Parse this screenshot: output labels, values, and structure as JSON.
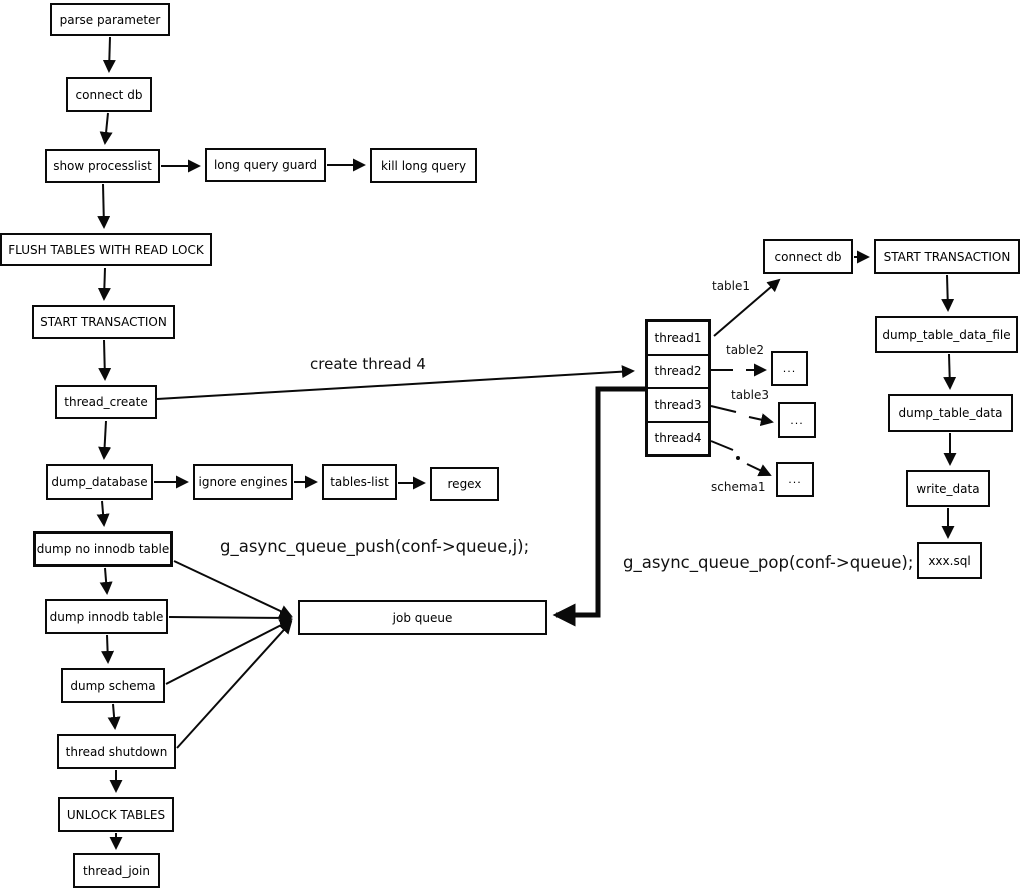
{
  "diagram": {
    "nodes": {
      "parse_parameter": "parse parameter",
      "connect_db_left": "connect db",
      "show_processlist": "show processlist",
      "long_query_guard": "long query guard",
      "kill_long_query": "kill long query",
      "flush_tables": "FLUSH TABLES WITH READ LOCK",
      "start_transaction_left": "START TRANSACTION",
      "thread_create": "thread_create",
      "dump_database": "dump_database",
      "ignore_engines": "ignore engines",
      "tables_list": "tables-list",
      "regex": "regex",
      "dump_no_innodb_table": "dump no innodb table",
      "dump_innodb_table": "dump innodb table",
      "dump_schema": "dump schema",
      "thread_shutdown": "thread shutdown",
      "unlock_tables": "UNLOCK TABLES",
      "thread_join": "thread_join",
      "job_queue": "job queue",
      "thread1": "thread1",
      "thread2": "thread2",
      "thread3": "thread3",
      "thread4": "thread4",
      "ellipsis": "...",
      "connect_db_right": "connect db",
      "start_transaction_right": "START TRANSACTION",
      "dump_table_data_file": "dump_table_data_file",
      "dump_table_data": "dump_table_data",
      "write_data": "write_data",
      "xxx_sql": "xxx.sql"
    },
    "annotations": {
      "create_thread": "create thread 4",
      "queue_push": "g_async_queue_push(conf->queue,j);",
      "queue_pop": "g_async_queue_pop(conf->queue);",
      "table1": "table1",
      "table2": "table2",
      "table3": "table3",
      "schema1": "schema1"
    },
    "colors": {
      "line": "#0a0a0a",
      "background": "#ffffff",
      "box_fill": "#ffffff"
    }
  }
}
